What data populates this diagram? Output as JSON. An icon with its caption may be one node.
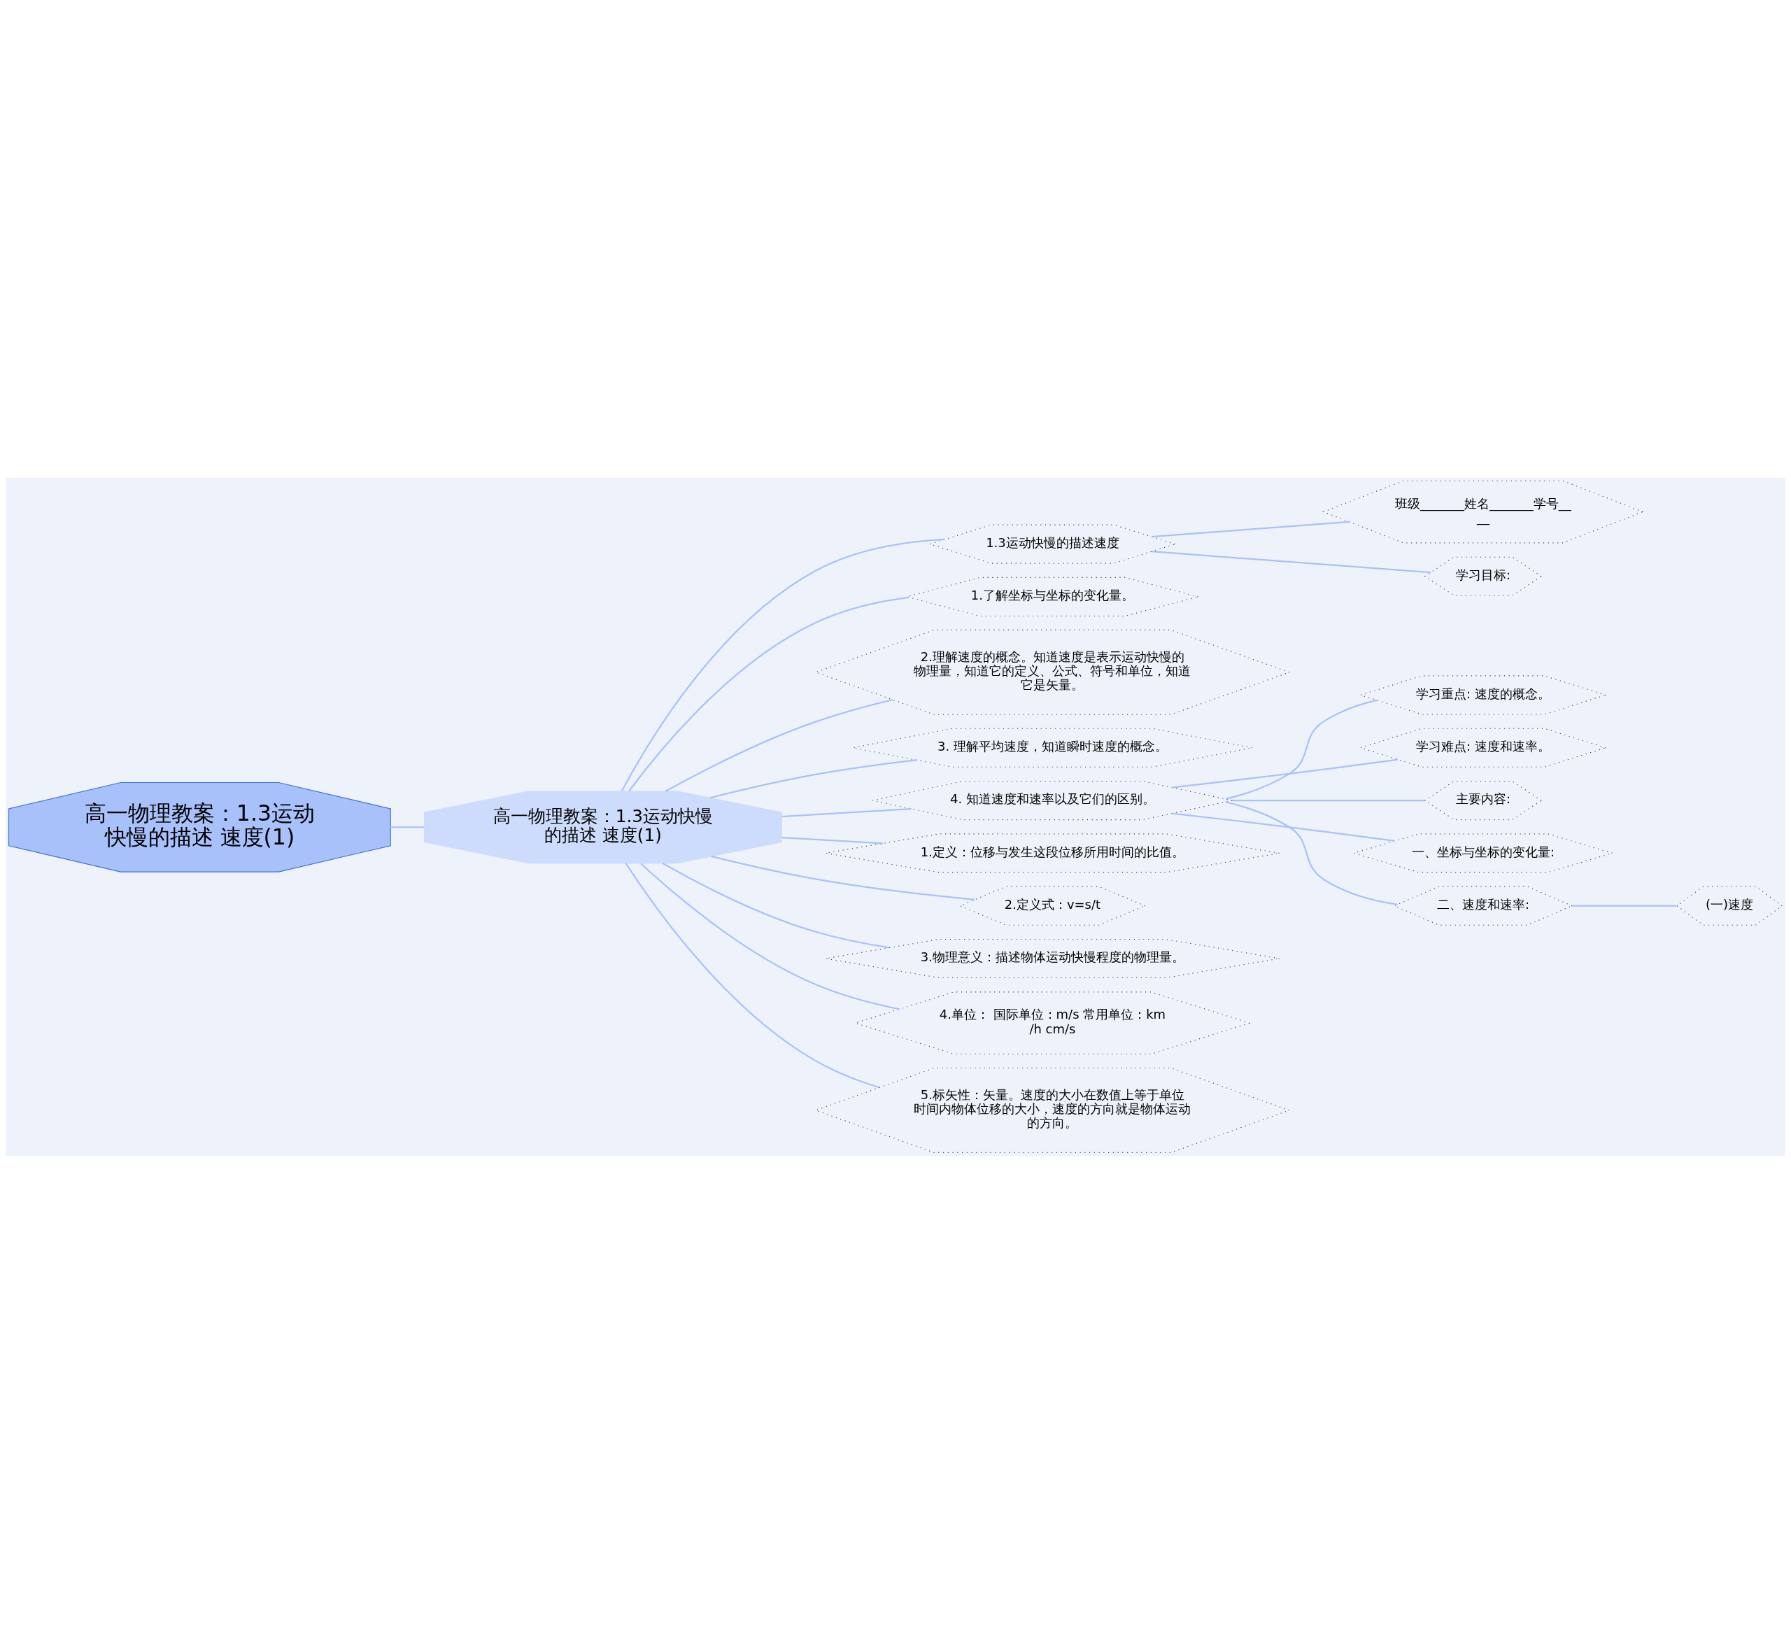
{
  "diagram": {
    "nodes": [
      {
        "text": [
          "高一物理教案：1.3运动快慢的描述 速度(1)"
        ]
      },
      {
        "text": [
          "高一物理教案：1.3运动快慢的描述 速度(1)"
        ]
      },
      {
        "text": [
          "1.3运动快慢的描述速度"
        ]
      },
      {
        "text": [
          "班级_______姓名_______学号____"
        ]
      },
      {
        "text": [
          "学习目标:"
        ]
      },
      {
        "text": [
          "1.了解坐标与坐标的变化量。"
        ]
      },
      {
        "text": [
          "2.理解速度的概念。知道速度是表示运动快慢的物理量，知道它的定义、公式、符号和单位，知道它是矢量。"
        ]
      },
      {
        "text": [
          "3. 理解平均速度，知道瞬时速度的概念。"
        ]
      },
      {
        "text": [
          "4. 知道速度和速率以及它们的区别。"
        ]
      },
      {
        "text": [
          "学习重点: 速度的概念。"
        ]
      },
      {
        "text": [
          "学习难点: 速度和速率。"
        ]
      },
      {
        "text": [
          "主要内容:"
        ]
      },
      {
        "text": [
          "一、坐标与坐标的变化量:"
        ]
      },
      {
        "text": [
          "二、速度和速率:"
        ]
      },
      {
        "text": [
          "(一)速度"
        ]
      },
      {
        "text": [
          "1.定义：位移与发生这段位移所用时间的比值。"
        ]
      },
      {
        "text": [
          "2.定义式：v=s/t"
        ]
      },
      {
        "text": [
          "3.物理意义：描述物体运动快慢程度的物理量。"
        ]
      },
      {
        "text": [
          "4.单位： 国际单位：m/s 常用单位：km/h cm/s"
        ]
      },
      {
        "text": [
          "5.标矢性：矢量。速度的大小在数值上等于单位时间内物体位移的大小，速度的方向就是物体运动的方向。"
        ]
      }
    ],
    "edges": [
      {
        "from": 0,
        "to": 1,
        "arrow": "none"
      },
      {
        "from": 1,
        "to": 2,
        "arrow": "none"
      },
      {
        "from": 2,
        "to": 3,
        "arrow": "none"
      },
      {
        "from": 2,
        "to": 4,
        "arrow": "none"
      },
      {
        "from": 1,
        "to": 5,
        "arrow": "none"
      },
      {
        "from": 1,
        "to": 6,
        "arrow": "none"
      },
      {
        "from": 1,
        "to": 7,
        "arrow": "none"
      },
      {
        "from": 1,
        "to": 8,
        "arrow": "none"
      },
      {
        "from": 8,
        "to": 9,
        "arrow": "none"
      },
      {
        "from": 8,
        "to": 10,
        "arrow": "none"
      },
      {
        "from": 8,
        "to": 11,
        "arrow": "none"
      },
      {
        "from": 8,
        "to": 12,
        "arrow": "none"
      },
      {
        "from": 8,
        "to": 13,
        "arrow": "none"
      },
      {
        "from": 13,
        "to": 14,
        "arrow": "none"
      },
      {
        "from": 1,
        "to": 15,
        "arrow": "none"
      },
      {
        "from": 1,
        "to": 16,
        "arrow": "none"
      },
      {
        "from": 1,
        "to": 17,
        "arrow": "none"
      },
      {
        "from": 1,
        "to": 18,
        "arrow": "none"
      },
      {
        "from": 1,
        "to": 19,
        "arrow": "none"
      }
    ]
  }
}
